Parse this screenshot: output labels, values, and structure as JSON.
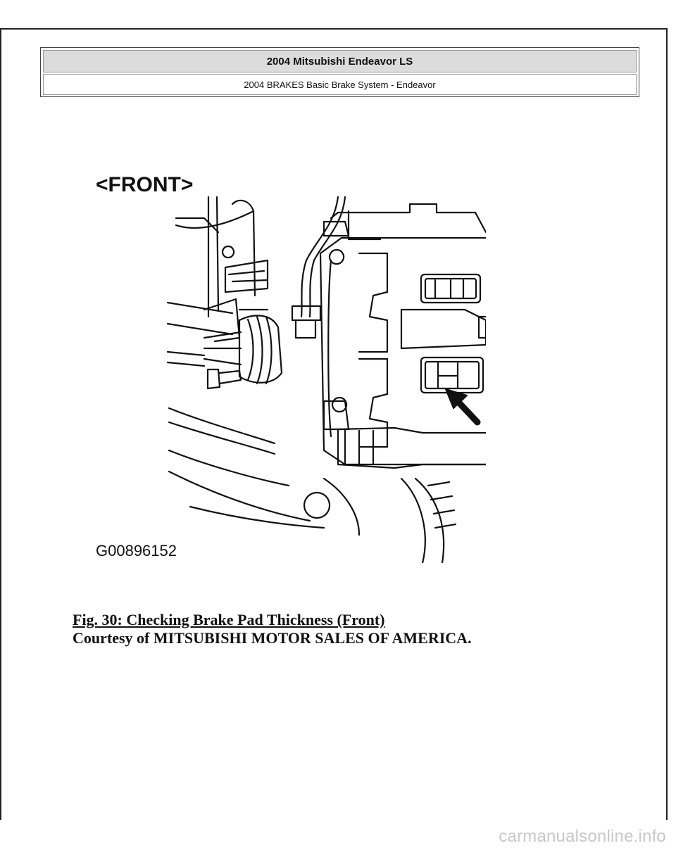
{
  "header": {
    "title": "2004 Mitsubishi Endeavor LS",
    "subtitle": "2004 BRAKES Basic Brake System - Endeavor"
  },
  "figure": {
    "view_label": "<FRONT>",
    "figure_code": "G00896152",
    "subject": "front brake caliper with arrow pointing to pad inspection window"
  },
  "caption": {
    "title": "Fig. 30: Checking Brake Pad Thickness (Front)",
    "courtesy": "Courtesy of MITSUBISHI MOTOR SALES OF AMERICA."
  },
  "footer": {
    "site": "carmanualsonline.info"
  }
}
